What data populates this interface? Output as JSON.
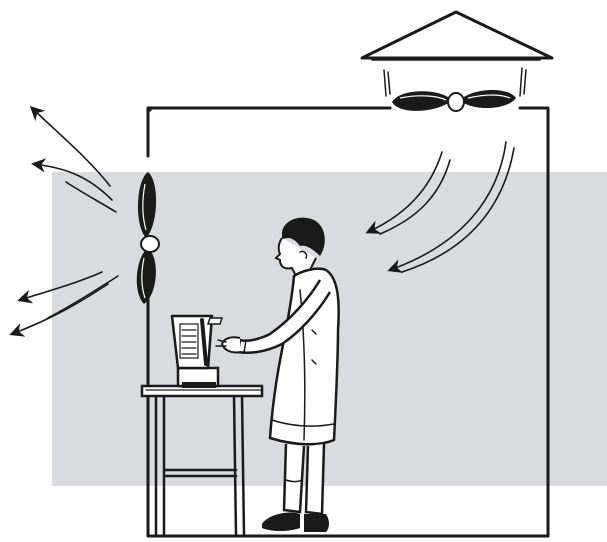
{
  "figure": {
    "background_color": "#ffffff",
    "band_color": "#d9dbde",
    "ink_color": "#1a1a1a",
    "elements": {
      "roof_hood": "hood",
      "roof_fan": "exhaust-fan",
      "wall_fan": "wall-fan",
      "worker": "worker-in-lab-coat",
      "table": "work-table",
      "machine": "machine"
    }
  }
}
